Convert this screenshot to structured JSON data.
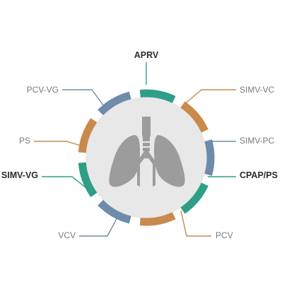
{
  "colors": {
    "green": "#2e9e86",
    "orange": "#c98a4e",
    "blue": "#6f8bab",
    "circle_fill": "#e8e8e8",
    "lungs": "#9c9c9c",
    "text": "#7a7a7a",
    "bold_text": "#2c2c2c"
  },
  "center_icon": "lungs-icon",
  "modes": [
    {
      "id": "aprv",
      "label": "APRV",
      "bold": true,
      "color": "green"
    },
    {
      "id": "simv-vc",
      "label": "SIMV-VC",
      "bold": false,
      "color": "orange"
    },
    {
      "id": "simv-pc",
      "label": "SIMV-PC",
      "bold": false,
      "color": "blue"
    },
    {
      "id": "cpap-ps",
      "label": "CPAP/PS",
      "bold": true,
      "color": "green"
    },
    {
      "id": "pcv",
      "label": "PCV",
      "bold": false,
      "color": "orange"
    },
    {
      "id": "vcv",
      "label": "VCV",
      "bold": false,
      "color": "blue"
    },
    {
      "id": "simv-vg",
      "label": "SIMV-VG",
      "bold": true,
      "color": "green"
    },
    {
      "id": "ps",
      "label": "PS",
      "bold": false,
      "color": "orange"
    },
    {
      "id": "pcv-vg",
      "label": "PCV-VG",
      "bold": false,
      "color": "blue"
    }
  ]
}
